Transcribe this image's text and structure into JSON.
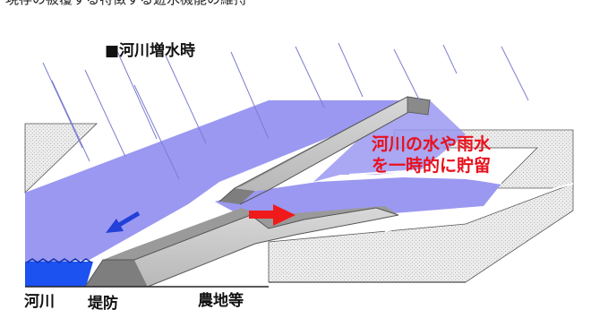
{
  "caption": "現存の被覆する特徴する遊水機能の維持",
  "title": "■河川増水時",
  "annotation": {
    "line1": "河川の水や雨水",
    "line2": "を一時的に貯留"
  },
  "labels": {
    "river": "河川",
    "levee": "堤防",
    "farmland": "農地等"
  },
  "colors": {
    "water": "#9b98f1",
    "river_deep": "#1b52f0",
    "levee_top": "#c8c8c8",
    "levee_side": "#7e7e7e",
    "land": "#e6e6e6",
    "rain": "#7d7dcf",
    "arrow_outflow": "#2340d8",
    "arrow_inflow": "#f01a1a",
    "annotation_text": "#e8101c"
  },
  "icons": {
    "outflow_arrow": "arrow-down-left",
    "inflow_arrow": "arrow-right"
  }
}
